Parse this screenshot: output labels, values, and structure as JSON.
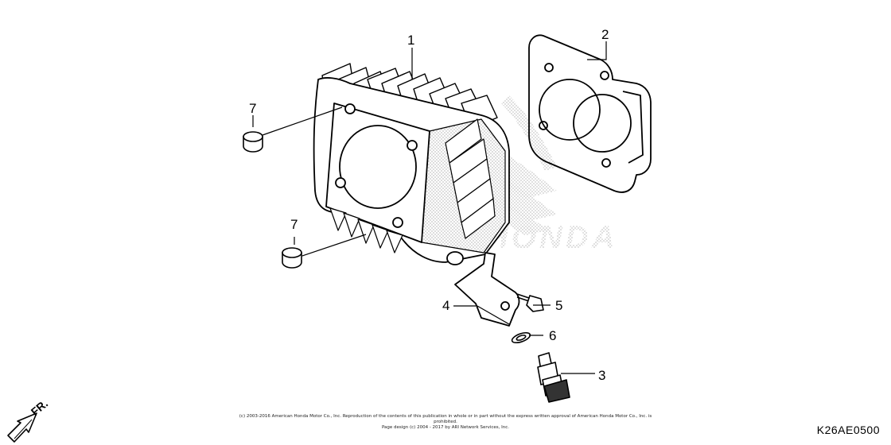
{
  "diagram": {
    "code": "K26AE0500",
    "front_marker": "FR.",
    "copyright_line1": "(c) 2003-2016 American Honda Motor Co., Inc. Reproduction of the contents of this publication in whole or in part without the express written approval of American Honda Motor Co., Inc. is prohibited.",
    "copyright_line2": "Page design (c) 2004 - 2017 by ARI Network Services, Inc.",
    "watermark": "HONDA",
    "callouts": [
      {
        "id": "1",
        "label": "1"
      },
      {
        "id": "2",
        "label": "2"
      },
      {
        "id": "3",
        "label": "3"
      },
      {
        "id": "4",
        "label": "4"
      },
      {
        "id": "5",
        "label": "5"
      },
      {
        "id": "6",
        "label": "6"
      },
      {
        "id": "7a",
        "label": "7"
      },
      {
        "id": "7b",
        "label": "7"
      }
    ]
  }
}
